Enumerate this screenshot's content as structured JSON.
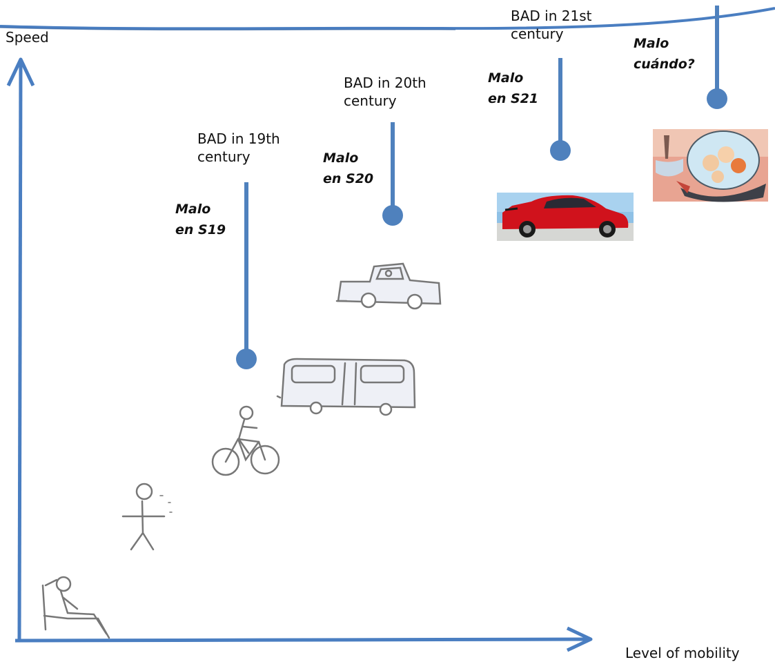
{
  "axes": {
    "y_label": "Speed",
    "x_label": "Level of mobility"
  },
  "eras": [
    {
      "line1": "BAD in 19th",
      "line2": "century",
      "es_line1": "Malo",
      "es_line2": "en S19"
    },
    {
      "line1": "BAD in 20th",
      "line2": "century",
      "es_line1": "Malo",
      "es_line2": "en S20"
    },
    {
      "line1": "BAD in 21st",
      "line2": "century",
      "es_line1": "Malo",
      "es_line2": "en S21"
    },
    {
      "es_line1": "Malo",
      "es_line2": "cuándo?"
    }
  ],
  "stages": [
    "sitting-person",
    "walking-person",
    "cyclist",
    "bus",
    "car",
    "sports-car",
    "flying-car"
  ],
  "colors": {
    "axis_blue": "#4a7ec1",
    "marker_blue": "#4f81bd",
    "sketch_gray": "#777777",
    "sports_car_red": "#d0121c",
    "sky_blue": "#7fb3dd",
    "flying_scene_pink": "#e69a86"
  }
}
